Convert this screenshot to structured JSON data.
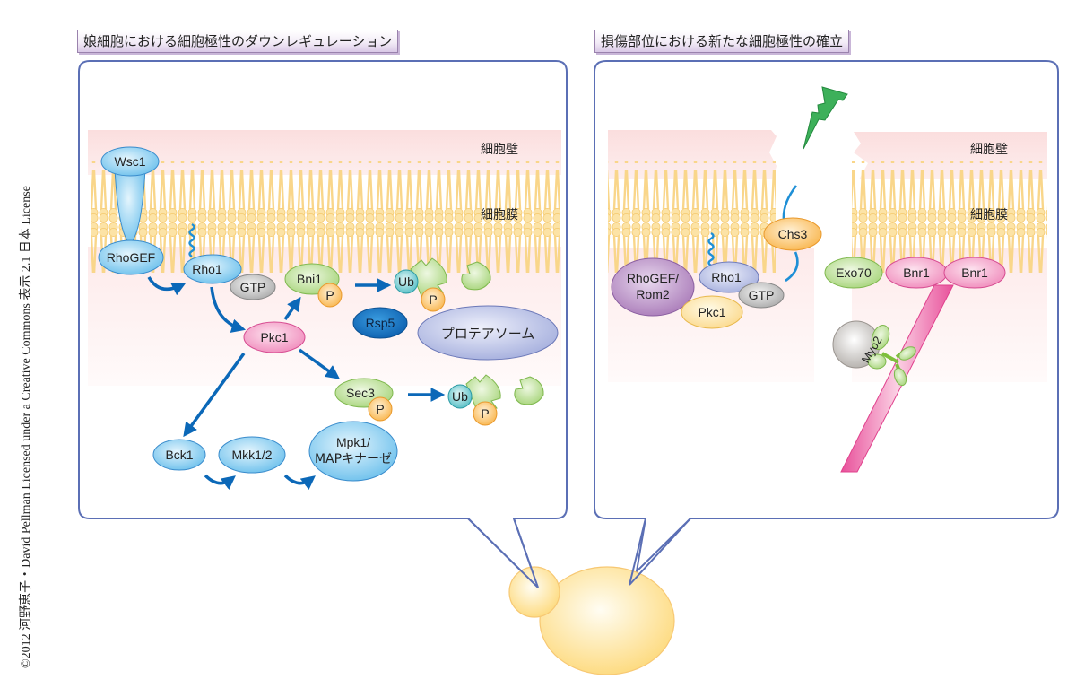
{
  "copyright": "©2012 河野恵子・David Pellman Licensed under a Creative Commons 表示 2.1 日本 License",
  "left_panel": {
    "title": "娘細胞における細胞極性のダウンレギュレーション",
    "labels": {
      "cell_wall": "細胞壁",
      "cell_membrane": "細胞膜"
    },
    "proteins": {
      "wsc1": "Wsc1",
      "rhogef": "RhoGEF",
      "rho1": "Rho1",
      "gtp": "GTP",
      "pkc1": "Pkc1",
      "bni1": "Bni1",
      "p": "P",
      "ub": "Ub",
      "rsp5": "Rsp5",
      "proteasome": "プロテアソーム",
      "sec3": "Sec3",
      "bck1": "Bck1",
      "mkk": "Mkk1/2",
      "mpk1_line1": "Mpk1/",
      "mpk1_line2": "MAPキナーゼ"
    }
  },
  "right_panel": {
    "title": "損傷部位における新たな細胞極性の確立",
    "labels": {
      "cell_wall": "細胞壁",
      "cell_membrane": "細胞膜"
    },
    "proteins": {
      "rhogef_line1": "RhoGEF/",
      "rhogef_line2": "Rom2",
      "rho1": "Rho1",
      "gtp": "GTP",
      "pkc1": "Pkc1",
      "chs3": "Chs3",
      "exo70": "Exo70",
      "bnr1_a": "Bnr1",
      "bnr1_b": "Bnr1",
      "myo2": "Myo2"
    }
  },
  "colors": {
    "callout_border": "#5b6fb5",
    "arrow_blue": "#0b68b8",
    "lipid": "#f9d68a",
    "cell_wall": "#fbe0e0",
    "blue_protein": "#8fd0f0",
    "pink_protein": "#f3a3c8",
    "green_protein": "#bfe09a",
    "orange_protein": "#fbc56e",
    "grey_protein": "#c8c8c8",
    "purple_protein": "#b48cc0",
    "lavender_protein": "#aab4e0",
    "yeast": "#fde29a"
  }
}
